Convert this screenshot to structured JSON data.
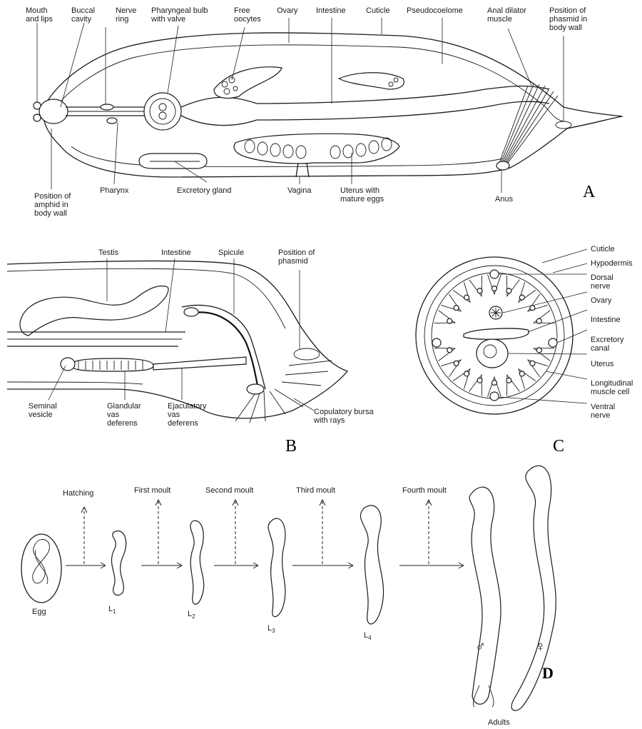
{
  "panel_a": {
    "letter": "A",
    "top_labels": [
      {
        "id": "mouth",
        "lines": [
          "Mouth",
          "and lips"
        ]
      },
      {
        "id": "buccal",
        "lines": [
          "Buccal",
          "cavity"
        ]
      },
      {
        "id": "nerve",
        "lines": [
          "Nerve",
          "ring"
        ]
      },
      {
        "id": "pharyngeal",
        "lines": [
          "Pharyngeal bulb",
          "with valve"
        ]
      },
      {
        "id": "free",
        "lines": [
          "Free",
          "oocytes"
        ]
      },
      {
        "id": "ovary",
        "lines": [
          "Ovary"
        ]
      },
      {
        "id": "intestine",
        "lines": [
          "Intestine"
        ]
      },
      {
        "id": "cuticle",
        "lines": [
          "Cuticle"
        ]
      },
      {
        "id": "pseudo",
        "lines": [
          "Pseudocoelome"
        ]
      },
      {
        "id": "anal",
        "lines": [
          "Anal dilator",
          "muscle"
        ]
      },
      {
        "id": "phasmid",
        "lines": [
          "Position of",
          "phasmid in",
          "body wall"
        ]
      }
    ],
    "bottom_labels": [
      {
        "id": "amphid",
        "lines": [
          "Position of",
          "amphid in",
          "body wall"
        ]
      },
      {
        "id": "pharynx",
        "lines": [
          "Pharynx"
        ]
      },
      {
        "id": "excretory",
        "lines": [
          "Excretory gland"
        ]
      },
      {
        "id": "vagina",
        "lines": [
          "Vagina"
        ]
      },
      {
        "id": "uterus",
        "lines": [
          "Uterus with",
          "mature eggs"
        ]
      },
      {
        "id": "anus",
        "lines": [
          "Anus"
        ]
      }
    ]
  },
  "panel_b": {
    "letter": "B",
    "labels": [
      {
        "id": "testis",
        "lines": [
          "Testis"
        ]
      },
      {
        "id": "intestine",
        "lines": [
          "Intestine"
        ]
      },
      {
        "id": "spicule",
        "lines": [
          "Spicule"
        ]
      },
      {
        "id": "phasmid",
        "lines": [
          "Position of",
          "phasmid"
        ]
      },
      {
        "id": "seminal",
        "lines": [
          "Seminal",
          "vesicle"
        ]
      },
      {
        "id": "glandular",
        "lines": [
          "Glandular",
          "vas",
          "deferens"
        ]
      },
      {
        "id": "ejaculatory",
        "lines": [
          "Ejaculatory",
          "vas",
          "deferens"
        ]
      },
      {
        "id": "bursa",
        "lines": [
          "Copulatory bursa",
          "with rays"
        ]
      }
    ]
  },
  "panel_c": {
    "letter": "C",
    "labels": [
      {
        "id": "cuticle",
        "lines": [
          "Cuticle"
        ]
      },
      {
        "id": "hypodermis",
        "lines": [
          "Hypodermis"
        ]
      },
      {
        "id": "dorsal",
        "lines": [
          "Dorsal",
          "nerve"
        ]
      },
      {
        "id": "ovary",
        "lines": [
          "Ovary"
        ]
      },
      {
        "id": "intestine",
        "lines": [
          "Intestine"
        ]
      },
      {
        "id": "excretory",
        "lines": [
          "Excretory",
          "canal"
        ]
      },
      {
        "id": "uterus",
        "lines": [
          "Uterus"
        ]
      },
      {
        "id": "muscle",
        "lines": [
          "Longitudinal",
          "muscle cell"
        ]
      },
      {
        "id": "ventral",
        "lines": [
          "Ventral",
          "nerve"
        ]
      }
    ]
  },
  "panel_d": {
    "letter": "D",
    "moults": [
      "Hatching",
      "First moult",
      "Second moult",
      "Third moult",
      "Fourth moult"
    ],
    "stages": [
      "Egg",
      "L",
      "L",
      "L",
      "L"
    ],
    "stage_subscripts": [
      "",
      "1",
      "2",
      "3",
      "4"
    ],
    "adults": "Adults",
    "male_symbol": "♂",
    "female_symbol": "♀"
  }
}
